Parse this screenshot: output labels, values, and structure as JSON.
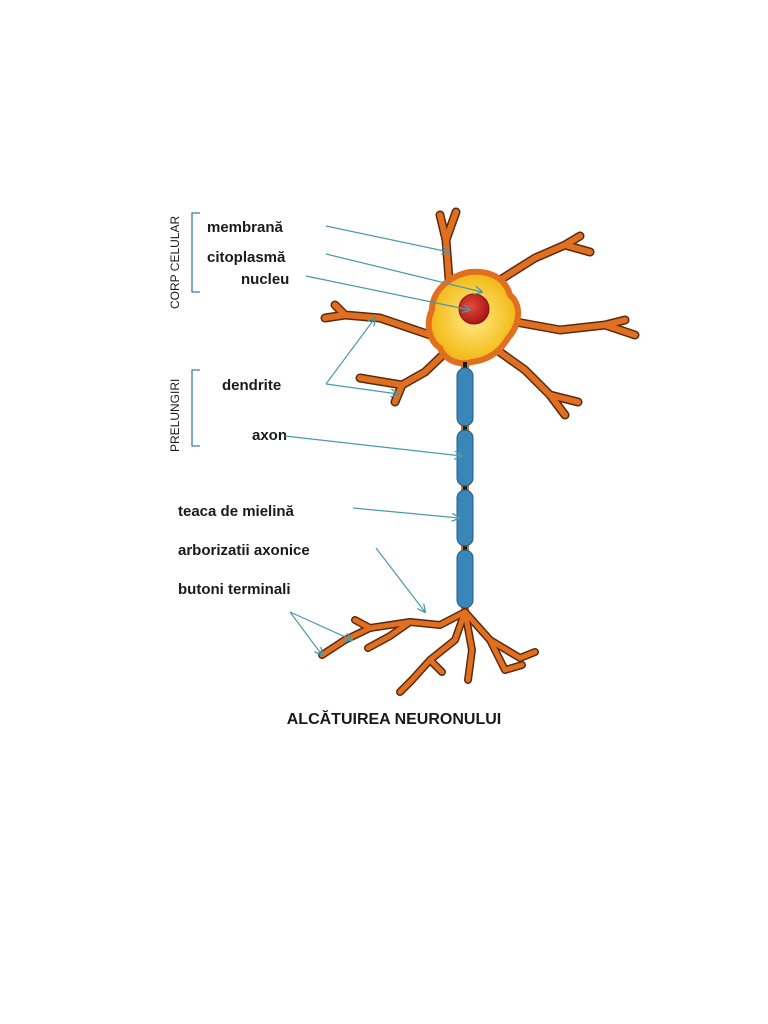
{
  "labels": {
    "membrana": "membrană",
    "citoplasma": "citoplasmă",
    "nucleu": "nucleu",
    "dendrite": "dendrite",
    "axon": "axon",
    "teaca": "teaca de mielină",
    "arborizatii": "arborizatii axonice",
    "butoni": "butoni terminali"
  },
  "groups": {
    "corp_celular": "CORP CELULAR",
    "prelungiri": "PRELUNGIRI"
  },
  "title": "ALCĂTUIREA NEURONULUI",
  "colors": {
    "cell_body": "#f5c023",
    "cell_outline": "#e0701f",
    "nucleus": "#c8201e",
    "myelin": "#3a86b8",
    "axon": "#1a1a1a",
    "arrow": "#4a9aa8"
  }
}
